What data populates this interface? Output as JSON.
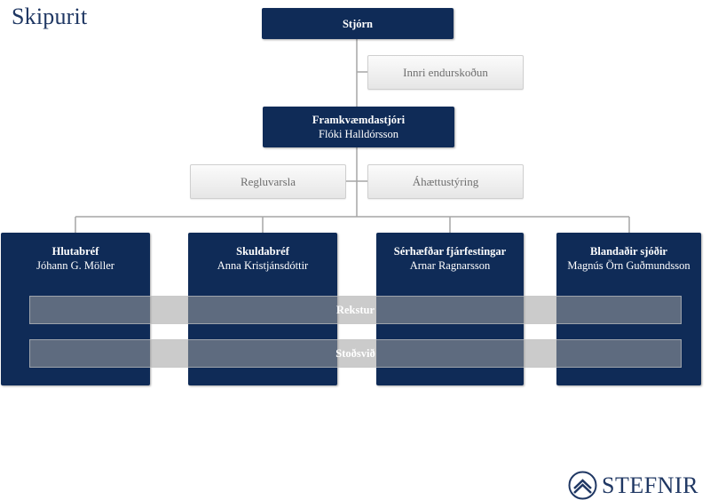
{
  "title": "Skipurit",
  "board": {
    "label": "Stjórn"
  },
  "internal_audit": {
    "label": "Innri endurskoðun"
  },
  "ceo": {
    "role": "Framkvæmdastjóri",
    "name": "Flóki Halldórsson"
  },
  "compliance": {
    "label": "Regluvarsla"
  },
  "risk_management": {
    "label": "Áhættustýring"
  },
  "departments": [
    {
      "title": "Hlutabréf",
      "name": "Jóhann G. Möller"
    },
    {
      "title": "Skuldabréf",
      "name": "Anna Kristjánsdóttir"
    },
    {
      "title": "Sérhæfðar fjárfestingar",
      "name": "Arnar Ragnarsson"
    },
    {
      "title": "Blandaðir sjóðir",
      "name": "Magnús Örn Guðmundsson"
    }
  ],
  "bands": {
    "operations": "Rekstur",
    "support": "Stoðsvið"
  },
  "logo": {
    "text": "STEFNIR",
    "icon": "stefnir-shield-icon"
  },
  "colors": {
    "navy": "#0f2b57",
    "title": "#1f3763",
    "connector": "#a6a6a6"
  }
}
